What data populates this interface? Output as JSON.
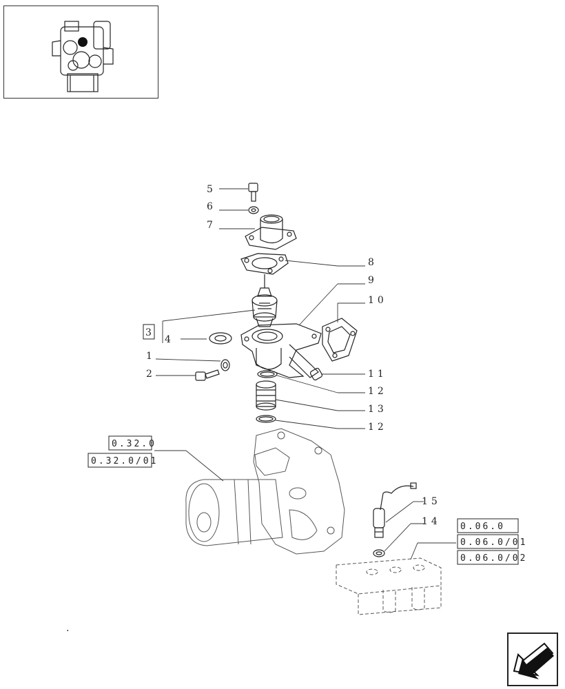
{
  "diagram": {
    "part_numbers": [
      "1",
      "2",
      "3",
      "4",
      "5",
      "6",
      "7",
      "8",
      "9",
      "10",
      "11",
      "12",
      "13",
      "12",
      "14",
      "15"
    ],
    "ref_pump": [
      "0.32.0",
      "0.32.0/01"
    ],
    "ref_manifold": [
      "0.06.0",
      "0.06.0/01",
      "0.06.0/02"
    ]
  },
  "marker": ".",
  "icons": {
    "thumbnail": "engine-thumbnail-icon",
    "nav": "back-arrow-icon"
  },
  "colors": {
    "line": "#222222",
    "background": "#ffffff"
  }
}
